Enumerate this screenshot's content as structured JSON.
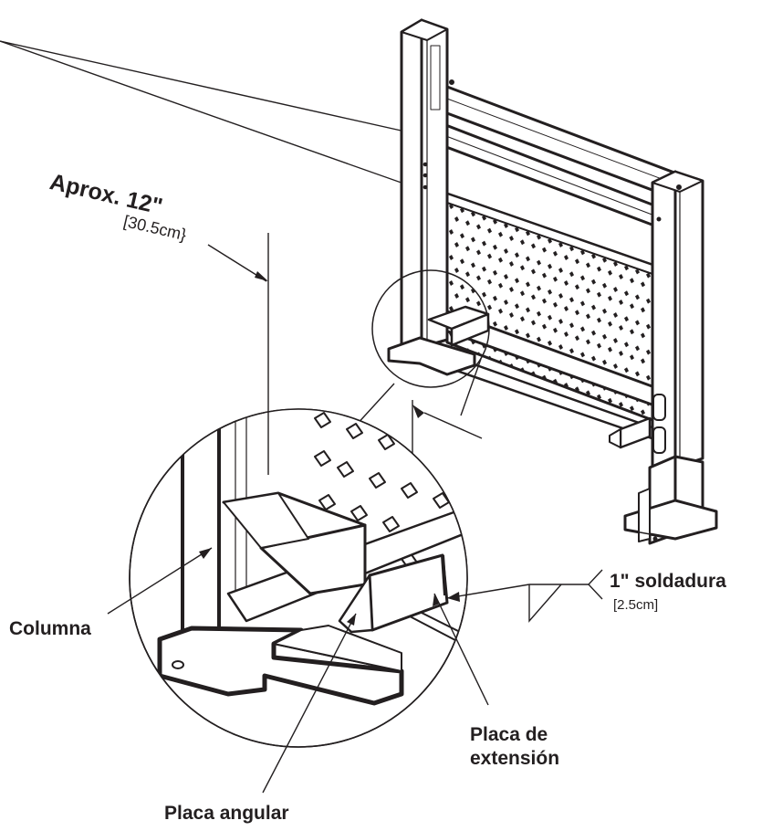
{
  "labels": {
    "dimension": "Aprox. 12\"",
    "dimension_metric": "[30.5cm}",
    "weld": "1\" soldadura",
    "weld_metric": "[2.5cm]",
    "column": "Columna",
    "extension_plate_line1": "Placa de",
    "extension_plate_line2": "extensión",
    "angle_plate": "Placa angular"
  },
  "colors": {
    "ink": "#231f20",
    "background": "#ffffff"
  }
}
